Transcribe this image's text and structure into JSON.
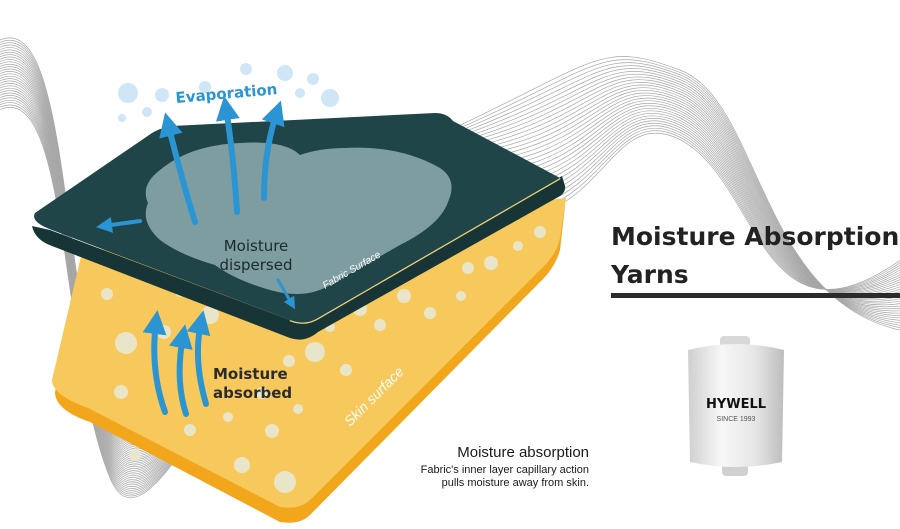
{
  "diagram": {
    "evaporation_label": "Evaporation",
    "dispersed_label_line1": "Moisture",
    "dispersed_label_line2": "dispersed",
    "absorbed_label_line1": "Moisture",
    "absorbed_label_line2": "absorbed",
    "fabric_surface_label": "Fabric Surface",
    "skin_surface_label": "Skin surface"
  },
  "title": {
    "line1": "Moisture Absorption",
    "line2": "Yarns"
  },
  "note": {
    "heading": "Moisture absorption",
    "line1": "Fabric's inner layer capillary action",
    "line2": "pulls moisture away from skin."
  },
  "spool": {
    "brand": "HYWELL",
    "since": "SINCE 1993"
  },
  "colors": {
    "fabric_dark": "#1f4548",
    "moisture_patch": "#7d9da1",
    "skin_yellow": "#f7c95c",
    "skin_edge": "#f1a61c",
    "arrow_blue": "#2b95d4",
    "bubble_blue": "#cfe6f6",
    "text_dark": "#222222"
  },
  "icons": [
    "up-arrow-icon",
    "bubble-icon",
    "spool-icon"
  ]
}
